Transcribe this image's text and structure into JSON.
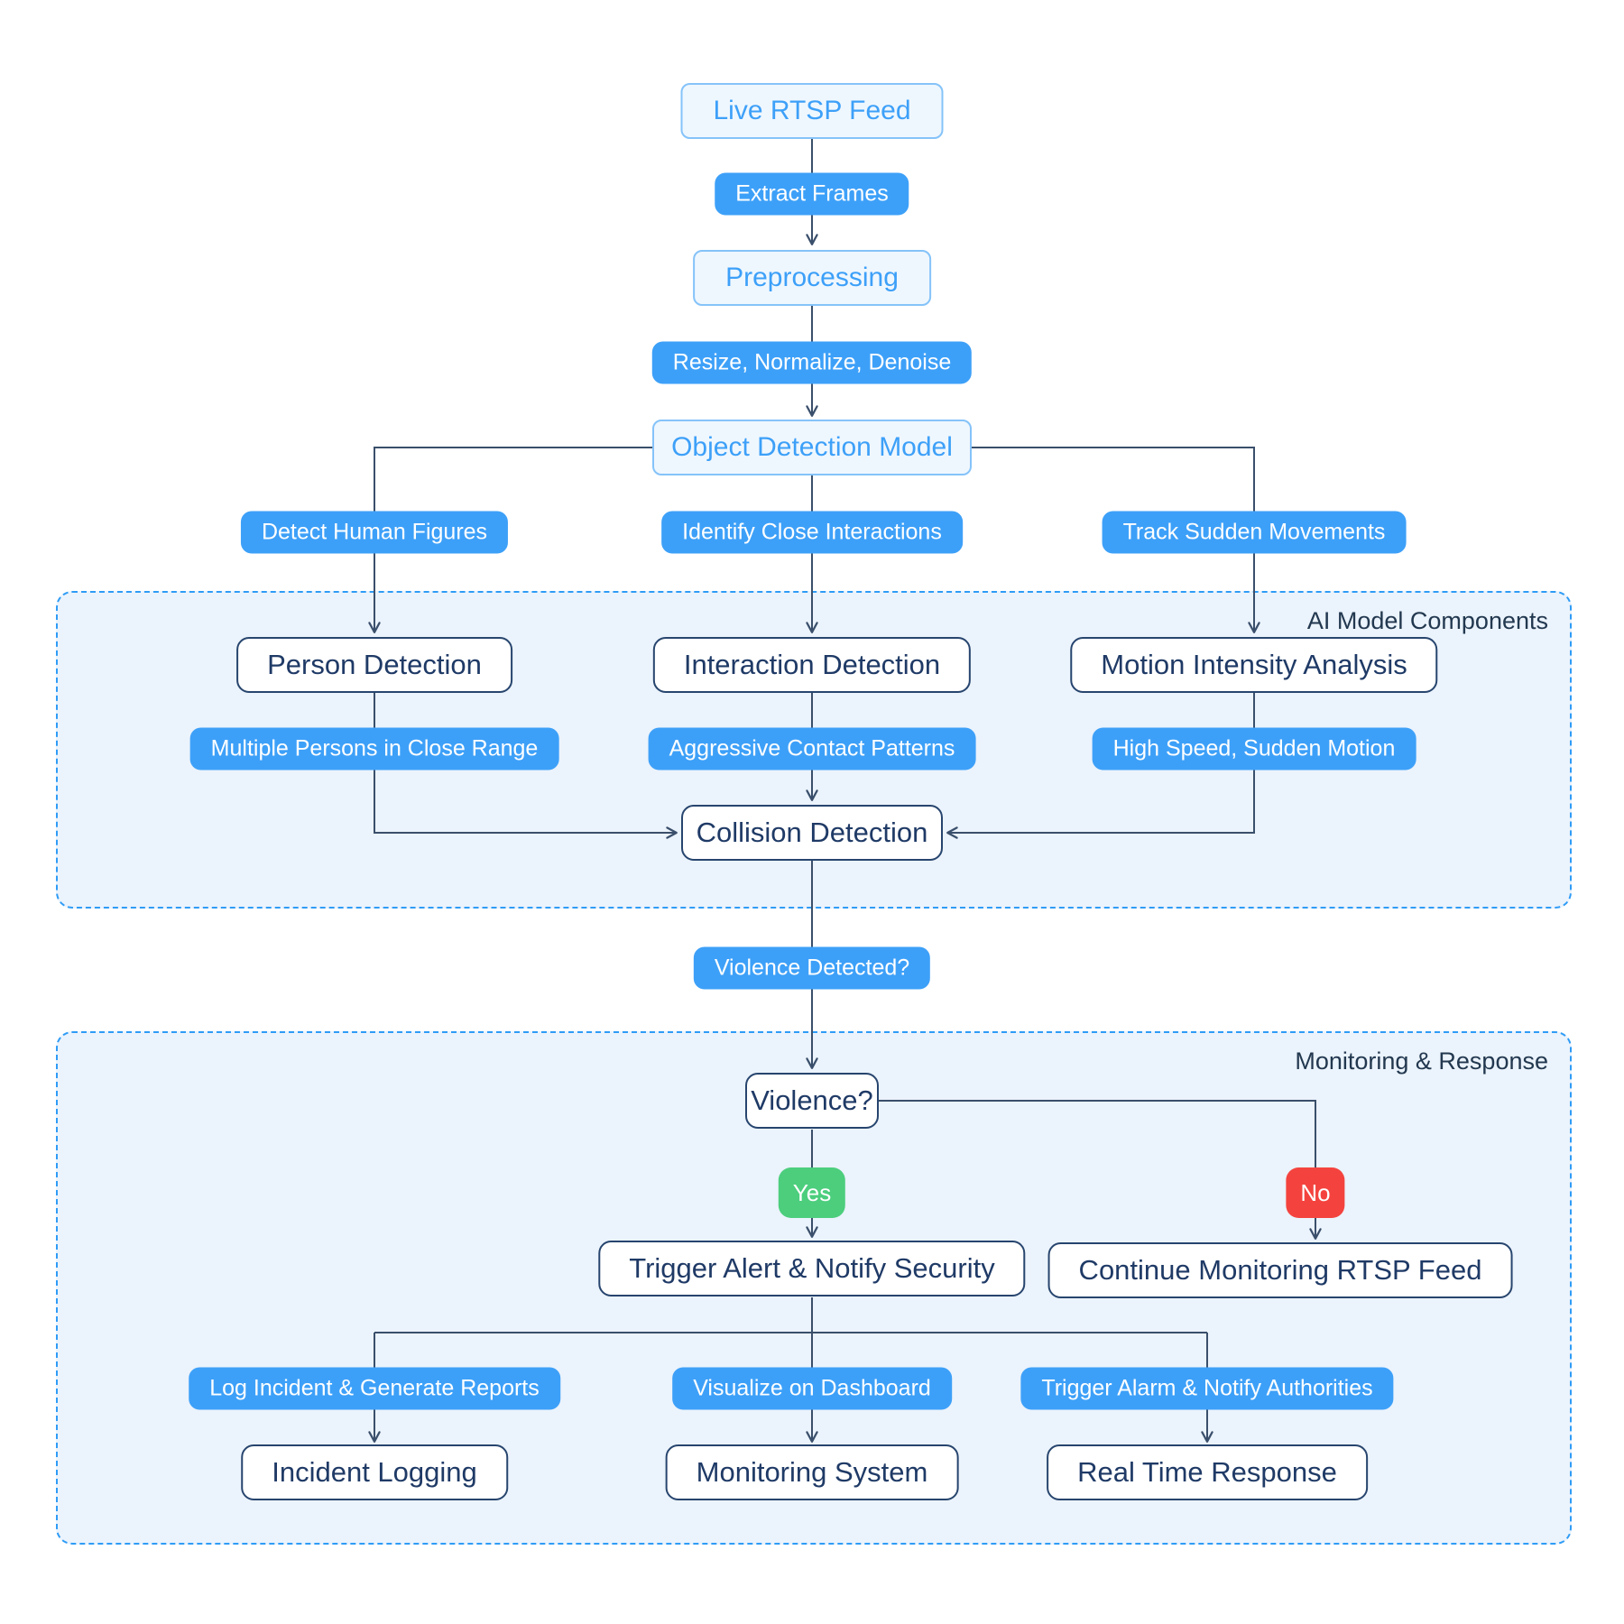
{
  "containers": {
    "ai_components": {
      "label": "AI Model Components"
    },
    "monitoring_response": {
      "label": "Monitoring & Response"
    }
  },
  "nodes": {
    "live_rtsp_feed": {
      "label": "Live RTSP Feed"
    },
    "preprocessing": {
      "label": "Preprocessing"
    },
    "object_detection_model": {
      "label": "Object Detection Model"
    },
    "person_detection": {
      "label": "Person Detection"
    },
    "interaction_detection": {
      "label": "Interaction Detection"
    },
    "motion_intensity_analysis": {
      "label": "Motion Intensity Analysis"
    },
    "collision_detection": {
      "label": "Collision Detection"
    },
    "violence_question": {
      "label": "Violence?"
    },
    "trigger_alert_notify_security": {
      "label": "Trigger Alert & Notify Security"
    },
    "continue_monitoring_rtsp_feed": {
      "label": "Continue Monitoring RTSP Feed"
    },
    "incident_logging": {
      "label": "Incident Logging"
    },
    "monitoring_system": {
      "label": "Monitoring System"
    },
    "real_time_response": {
      "label": "Real Time Response"
    }
  },
  "edge_labels": {
    "extract_frames": {
      "label": "Extract Frames"
    },
    "resize_normalize_denoise": {
      "label": "Resize, Normalize, Denoise"
    },
    "detect_human_figures": {
      "label": "Detect Human Figures"
    },
    "identify_close_interactions": {
      "label": "Identify Close Interactions"
    },
    "track_sudden_movements": {
      "label": "Track Sudden Movements"
    },
    "multiple_persons_close_range": {
      "label": "Multiple Persons in Close Range"
    },
    "aggressive_contact_patterns": {
      "label": "Aggressive Contact Patterns"
    },
    "high_speed_sudden_motion": {
      "label": "High Speed, Sudden Motion"
    },
    "violence_detected": {
      "label": "Violence Detected?"
    },
    "log_incident_generate_reports": {
      "label": "Log Incident & Generate Reports"
    },
    "visualize_on_dashboard": {
      "label": "Visualize on Dashboard"
    },
    "trigger_alarm_notify_authorities": {
      "label": "Trigger Alarm & Notify Authorities"
    }
  },
  "decisions": {
    "yes": {
      "label": "Yes"
    },
    "no": {
      "label": "No"
    }
  },
  "colors": {
    "accent_blue": "#3DA0F8",
    "light_box_bg": "#EFF7FE",
    "light_box_border": "#85C3F9",
    "navy_border": "#27456E",
    "navy_text": "#1F3A66",
    "container_bg": "#EBF3FC",
    "container_border": "#2F9CF6",
    "connector": "#3A4F6B",
    "green": "#4CCE7D",
    "red": "#F4433E",
    "label_text": "#22384F"
  }
}
